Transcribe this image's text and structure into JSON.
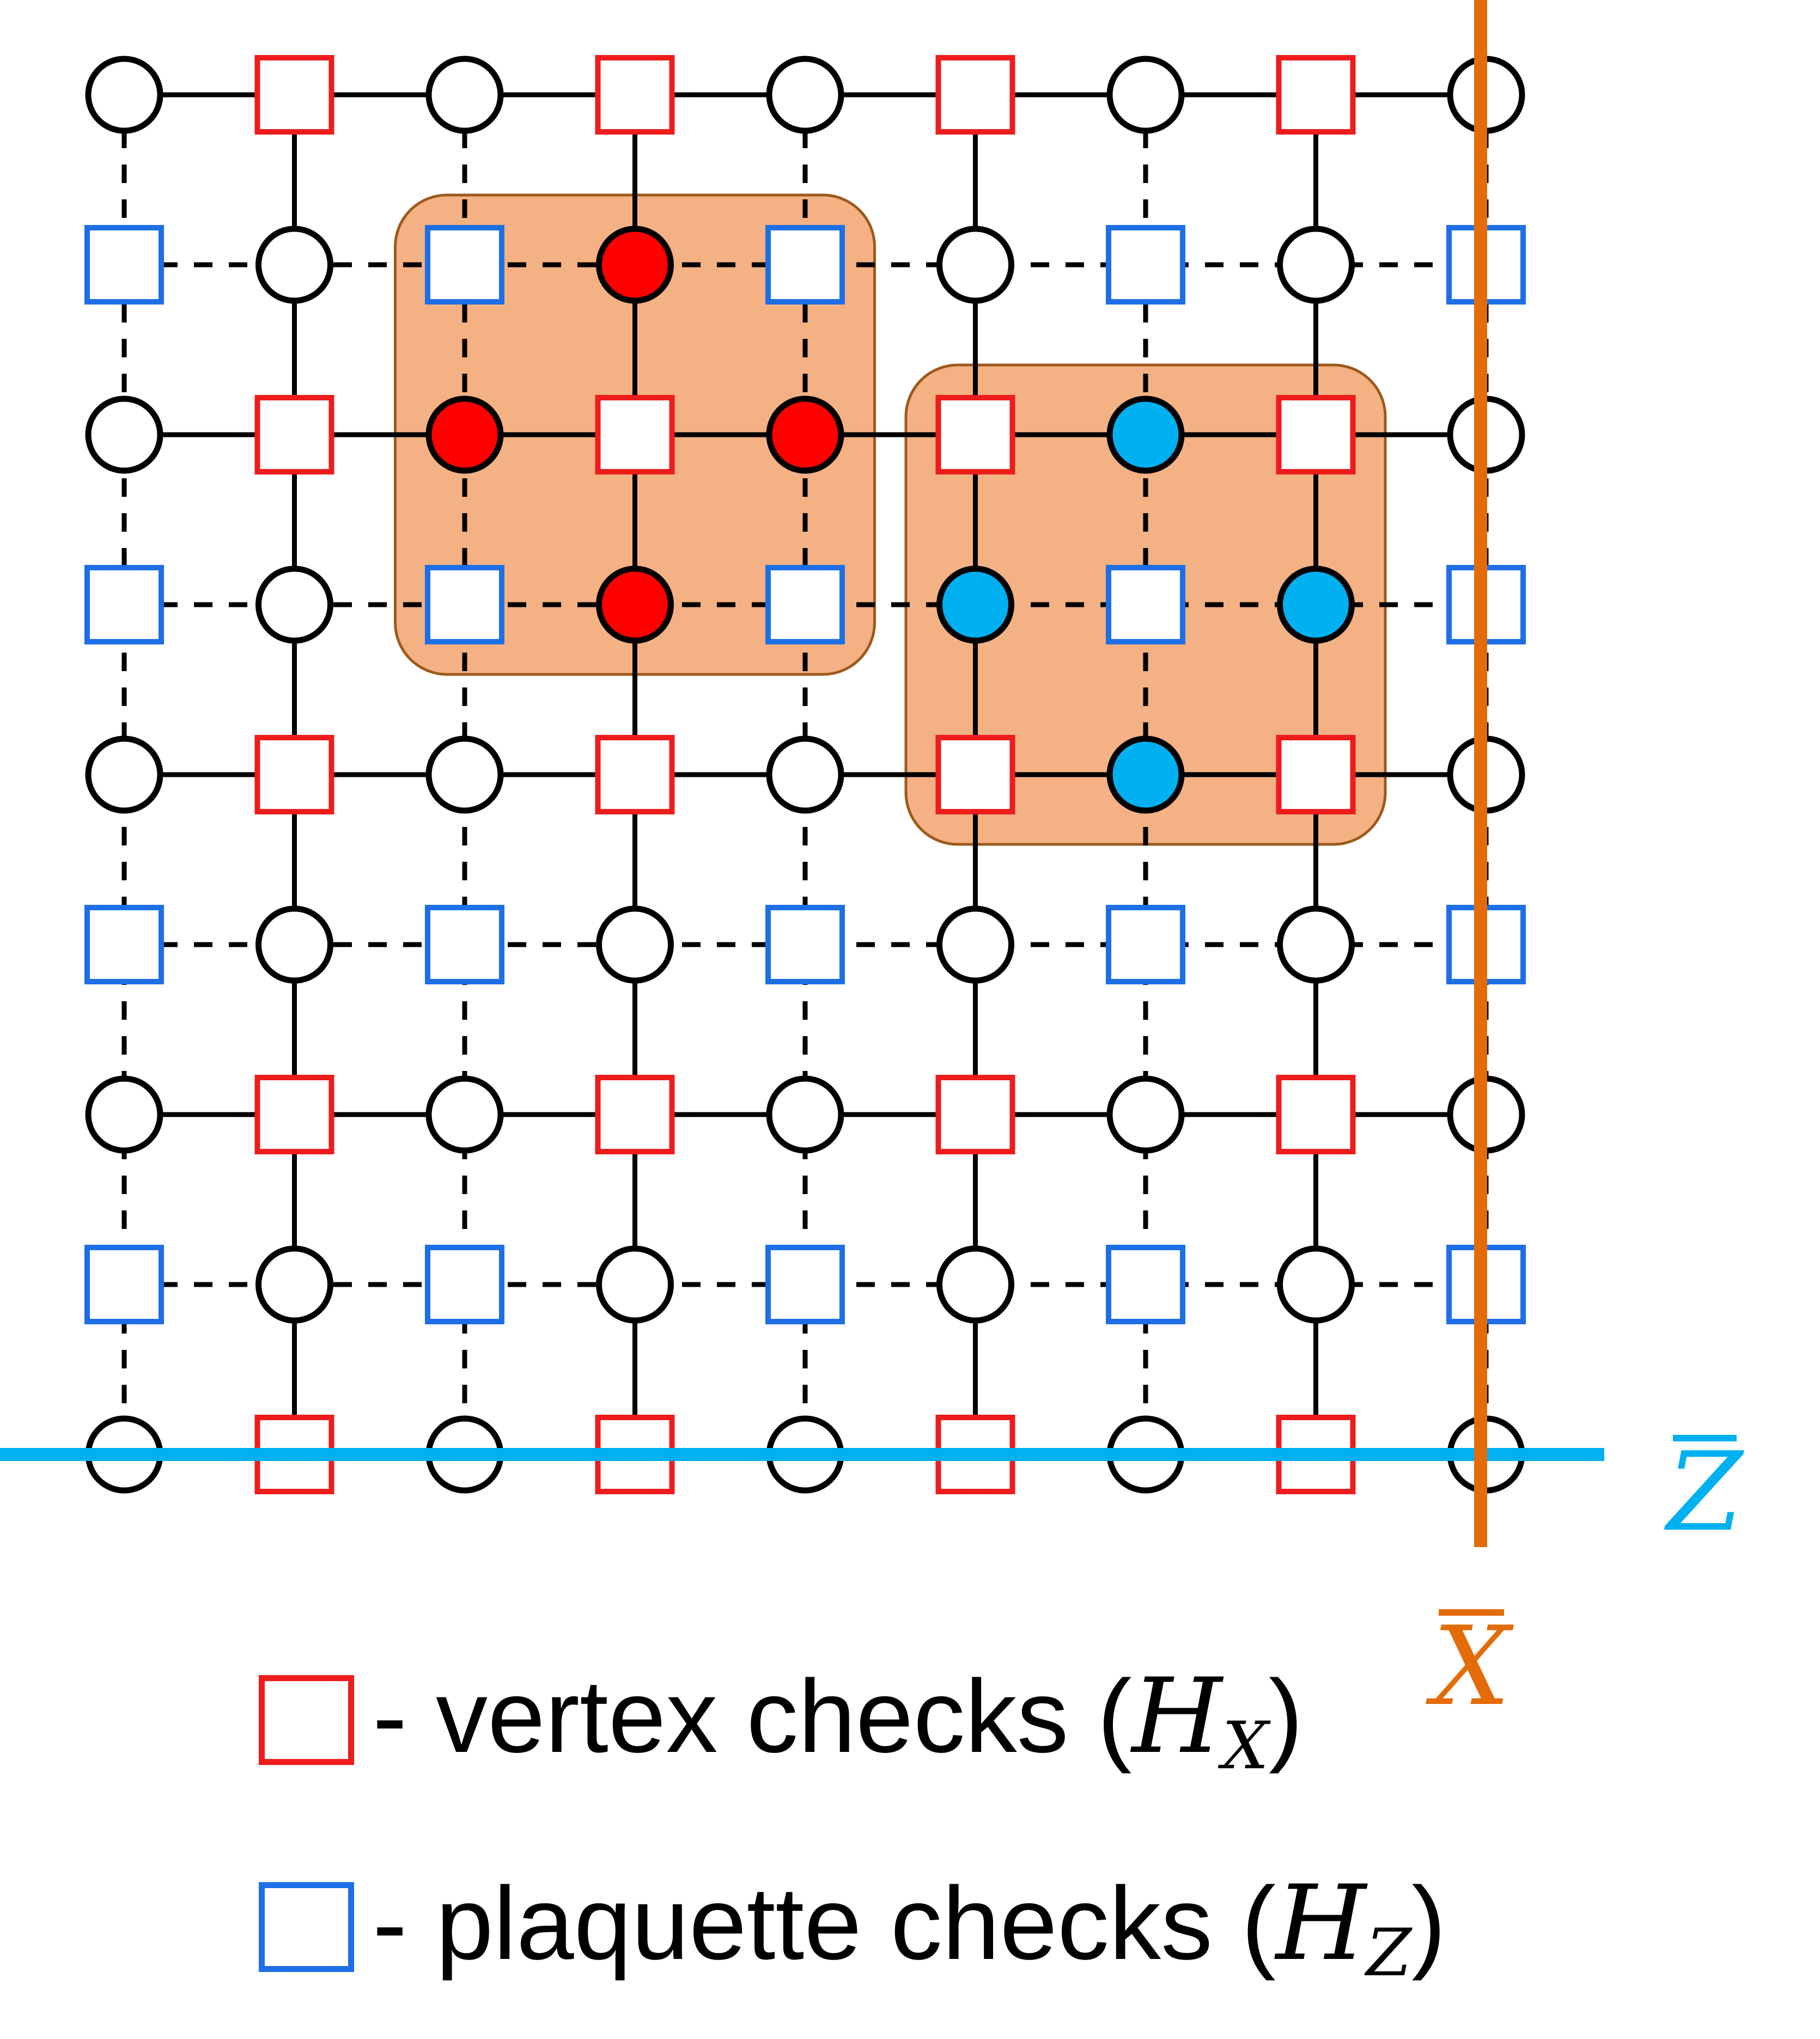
{
  "colors": {
    "vertex_check": "#ee1c1c",
    "plaquette_check": "#1e6fe6",
    "x_error_qubit": "#ff0000",
    "z_error_qubit": "#00b0f0",
    "highlight_fill": "#f4b183",
    "highlight_border": "#9c5a1c",
    "logical_x": "#e36c09",
    "logical_z": "#00b0f0",
    "edge": "#000000"
  },
  "lattice": {
    "rows": 9,
    "cols": 9,
    "x_error_qubits": [
      [
        1,
        3
      ],
      [
        2,
        2
      ],
      [
        2,
        4
      ],
      [
        3,
        3
      ]
    ],
    "z_error_qubits": [
      [
        2,
        6
      ],
      [
        3,
        5
      ],
      [
        3,
        7
      ],
      [
        4,
        6
      ]
    ],
    "highlighted_checks": [
      [
        2,
        3
      ],
      [
        3,
        6
      ]
    ]
  },
  "logicals": {
    "z_bar": "Z",
    "x_bar": "X"
  },
  "legend": {
    "vertex_label": "- vertex checks (",
    "vertex_math": "H",
    "vertex_sub": "X",
    "plaquette_label": "- plaquette checks (",
    "plaquette_math": "H",
    "plaquette_sub": "Z",
    "close_paren": ")"
  }
}
